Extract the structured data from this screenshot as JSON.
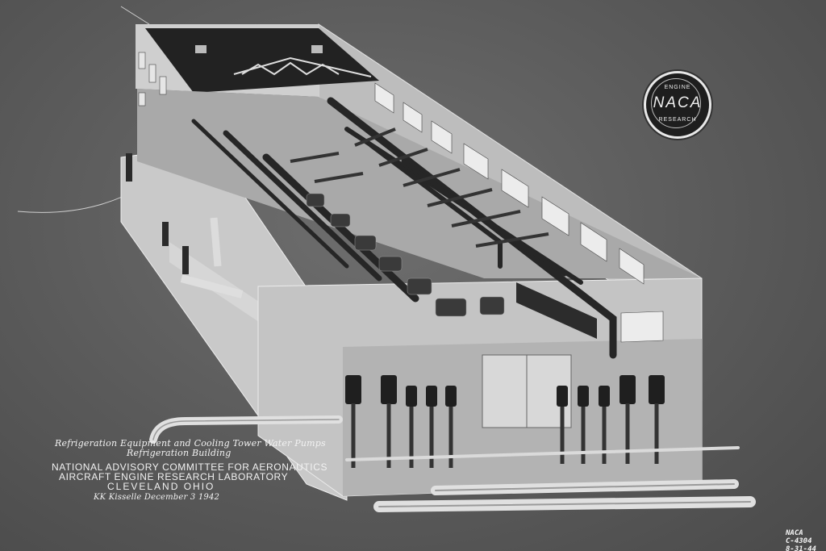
{
  "caption": {
    "title": "Refrigeration Equipment and Cooling Tower Water Pumps",
    "subtitle": "Refrigeration Building",
    "org": "NATIONAL ADVISORY COMMITTEE FOR AERONAUTICS",
    "lab": "AIRCRAFT ENGINE RESEARCH LABORATORY",
    "city": "CLEVELAND  OHIO",
    "credit": "KK Kisselle  December 3 1942"
  },
  "logo": {
    "top": "ENGINE",
    "mid": "NACA",
    "bottom": "RESEARCH"
  },
  "serial": {
    "line1": "NACA",
    "line2": "C-4304",
    "line3": "8-31-44"
  },
  "colors": {
    "background": "#5c5c5c",
    "building_light": "#d9d9d9",
    "building_mid": "#b8b8b8",
    "pipe_dark": "#2a2a2a",
    "roof_dark": "#222222"
  }
}
